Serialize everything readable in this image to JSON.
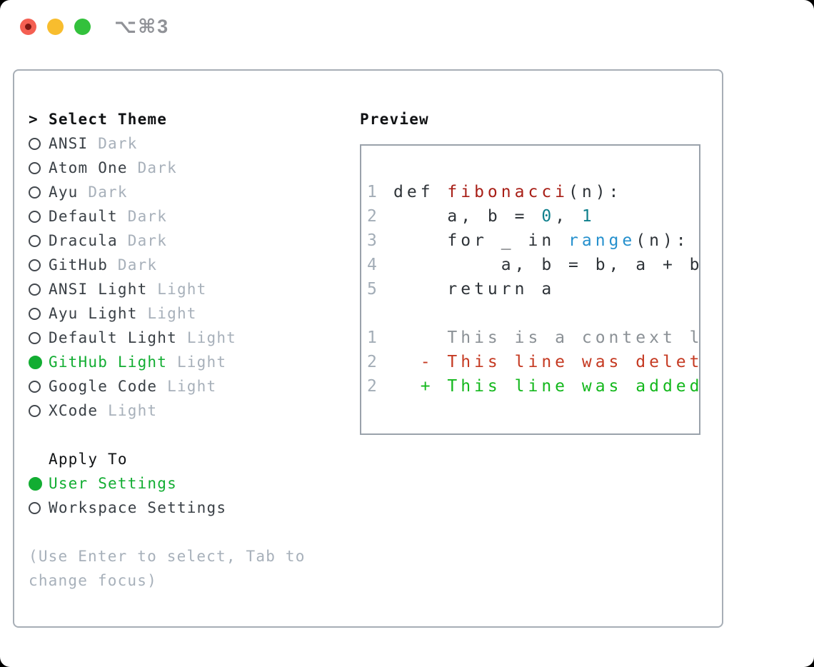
{
  "titlebar": {
    "shortcut": "⌥⌘3",
    "lights": [
      "close",
      "minimize",
      "zoom"
    ]
  },
  "colors": {
    "selected_green": "#12ad32",
    "added_green": "#14b81d",
    "deleted_red": "#c53a22",
    "function_red": "#a81f17",
    "number_teal": "#0e7f8c",
    "builtin_blue": "#2590cd",
    "muted_gray": "#a7b0ba",
    "context_gray": "#8b9196",
    "panel_border": "#a7aeb6"
  },
  "theme_panel": {
    "prompt": ">",
    "header": "Select Theme",
    "items": [
      {
        "name": "ANSI",
        "variant": "Dark",
        "selected": false
      },
      {
        "name": "Atom One",
        "variant": "Dark",
        "selected": false
      },
      {
        "name": "Ayu",
        "variant": "Dark",
        "selected": false
      },
      {
        "name": "Default",
        "variant": "Dark",
        "selected": false
      },
      {
        "name": "Dracula",
        "variant": "Dark",
        "selected": false
      },
      {
        "name": "GitHub",
        "variant": "Dark",
        "selected": false
      },
      {
        "name": "ANSI Light",
        "variant": "Light",
        "selected": false
      },
      {
        "name": "Ayu Light",
        "variant": "Light",
        "selected": false
      },
      {
        "name": "Default Light",
        "variant": "Light",
        "selected": false
      },
      {
        "name": "GitHub Light",
        "variant": "Light",
        "selected": true
      },
      {
        "name": "Google Code",
        "variant": "Light",
        "selected": false
      },
      {
        "name": "XCode",
        "variant": "Light",
        "selected": false
      }
    ],
    "apply_to": {
      "header": "Apply To",
      "options": [
        {
          "label": "User Settings",
          "selected": true
        },
        {
          "label": "Workspace Settings",
          "selected": false
        }
      ]
    },
    "hint": "(Use Enter to select, Tab to change focus)"
  },
  "preview": {
    "header": "Preview",
    "code_lines": [
      {
        "n": "1",
        "segs": [
          {
            "t": "def ",
            "c": "plain"
          },
          {
            "t": "fibonacci",
            "c": "func"
          },
          {
            "t": "(n):",
            "c": "plain"
          }
        ]
      },
      {
        "n": "2",
        "segs": [
          {
            "t": "    a, b = ",
            "c": "plain"
          },
          {
            "t": "0",
            "c": "num"
          },
          {
            "t": ", ",
            "c": "plain"
          },
          {
            "t": "1",
            "c": "num"
          }
        ]
      },
      {
        "n": "3",
        "segs": [
          {
            "t": "    for _ in ",
            "c": "plain"
          },
          {
            "t": "range",
            "c": "builtin"
          },
          {
            "t": "(n):",
            "c": "plain"
          }
        ]
      },
      {
        "n": "4",
        "segs": [
          {
            "t": "        a, b = b, a + b",
            "c": "plain"
          }
        ]
      },
      {
        "n": "5",
        "segs": [
          {
            "t": "    return a",
            "c": "plain"
          }
        ]
      }
    ],
    "diff_lines": [
      {
        "n": "1",
        "text": "    This is a context line.",
        "kind": "context"
      },
      {
        "n": "2",
        "text": "  - This line was deleted.",
        "kind": "deleted"
      },
      {
        "n": "2",
        "text": "  + This line was added.",
        "kind": "added"
      }
    ]
  }
}
